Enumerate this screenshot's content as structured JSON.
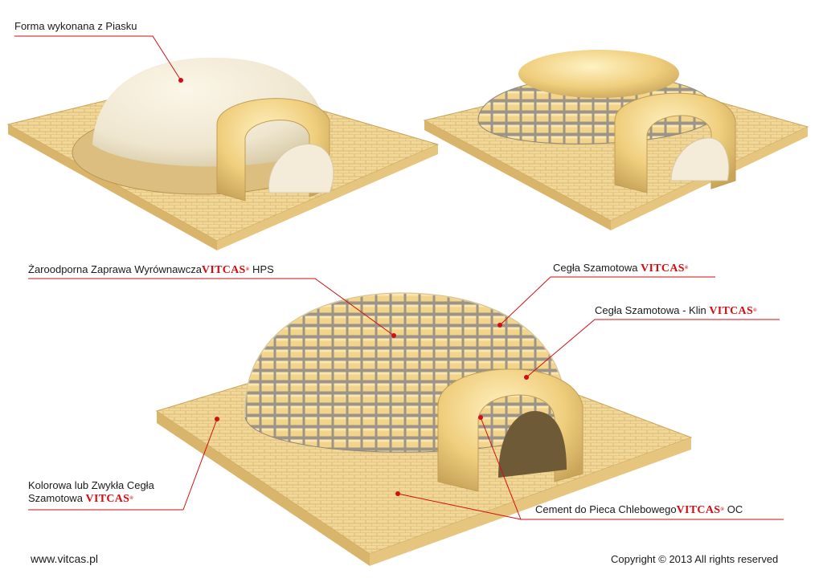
{
  "brand": "VITCAS",
  "brand_reg": "®",
  "labels": {
    "sand_form": "Forma wykonana z Piasku",
    "mortar": "Żaroodporna Zaprawa Wyrównawcza",
    "mortar_suffix": " HPS",
    "firebrick": "Cegła Szamotowa ",
    "wedge_brick": "Cegła Szamotowa - Klin ",
    "base_brick_line1": "Kolorowa lub Zwykła Cegła",
    "base_brick_line2": "Szamotowa ",
    "cement": "Cement do Pieca Chlebowego",
    "cement_suffix": " OC"
  },
  "footer": {
    "website": "www.vitcas.pl",
    "copyright": "Copyright © 2013 All rights reserved"
  },
  "colors": {
    "brick": "#f0d48a",
    "brick_dark": "#c9a55a",
    "mortar": "#b8b0a2",
    "sand": "#f2ead6",
    "brand_red": "#d40d12",
    "leader_red": "#d40d12"
  }
}
